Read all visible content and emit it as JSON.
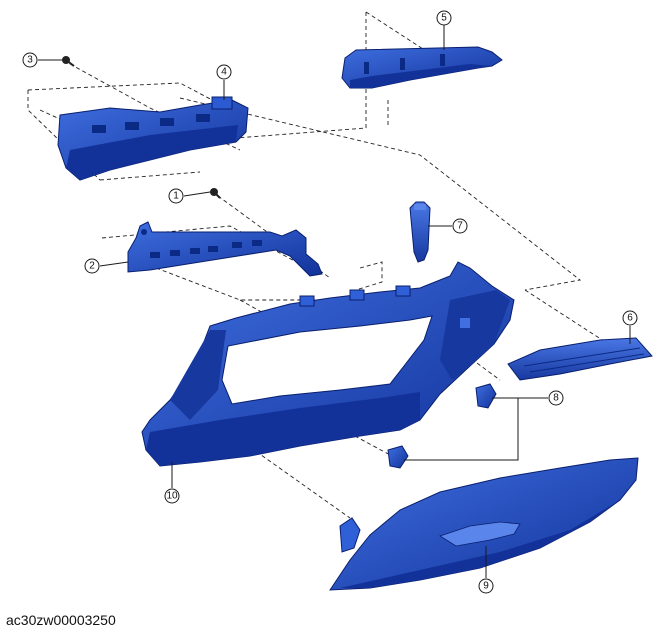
{
  "diagram": {
    "drawing_code": "ac30zw00003250",
    "part_color": "#1f4fc7",
    "part_shade_color": "#12329a",
    "part_highlight_color": "#3f6fe0",
    "callouts": [
      "1",
      "2",
      "3",
      "4",
      "5",
      "6",
      "7",
      "8",
      "9",
      "10"
    ]
  }
}
